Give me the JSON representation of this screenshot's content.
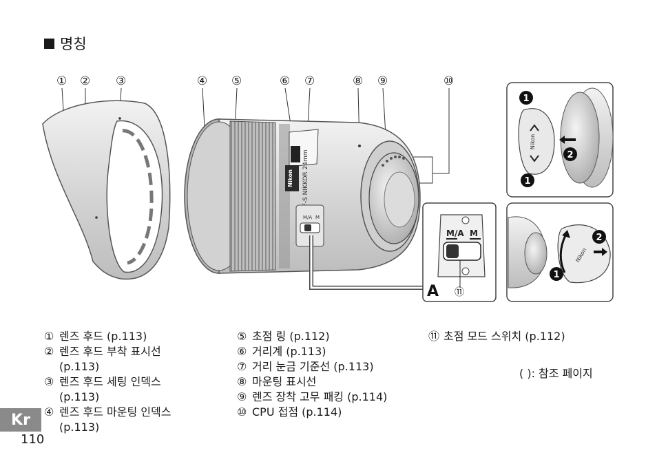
{
  "heading": {
    "title": "명칭"
  },
  "callouts": [
    "①",
    "②",
    "③",
    "④",
    "⑤",
    "⑥",
    "⑦",
    "⑧",
    "⑨",
    "⑩"
  ],
  "lens": {
    "brand": "Nikon",
    "barrel_text": "AF-S NIKKOR 24mm",
    "switch_ma": "M/A",
    "switch_m": "M"
  },
  "inset_a": {
    "label": "A",
    "callout": "⑪",
    "switch_ma": "M/A",
    "switch_m": "M"
  },
  "caps_panel": {
    "step1": "1",
    "step2": "2",
    "brand": "Nikon"
  },
  "rear_panel": {
    "step1": "1",
    "step2": "2",
    "brand": "Nikon"
  },
  "parts_col1": [
    {
      "num": "①",
      "text": "렌즈 후드 (p.113)"
    },
    {
      "num": "②",
      "text": "렌즈 후드 부착 표시선\n(p.113)"
    },
    {
      "num": "③",
      "text": "렌즈 후드 세팅 인덱스\n(p.113)"
    },
    {
      "num": "④",
      "text": "렌즈 후드 마운팅 인덱스\n(p.113)"
    }
  ],
  "parts_col2": [
    {
      "num": "⑤",
      "text": "초점 링 (p.112)"
    },
    {
      "num": "⑥",
      "text": "거리계 (p.113)"
    },
    {
      "num": "⑦",
      "text": "거리 눈금 기준선 (p.113)"
    },
    {
      "num": "⑧",
      "text": "마운팅 표시선"
    },
    {
      "num": "⑨",
      "text": "렌즈 장착 고무 패킹 (p.114)"
    },
    {
      "num": "⑩",
      "text": "CPU 접점 (p.114)"
    }
  ],
  "parts_col3": [
    {
      "num": "⑪",
      "text": "초점 모드 스위치 (p.112)"
    }
  ],
  "reference_note": "(   ): 참조 페이지",
  "footer": {
    "lang": "Kr",
    "page": "110"
  }
}
